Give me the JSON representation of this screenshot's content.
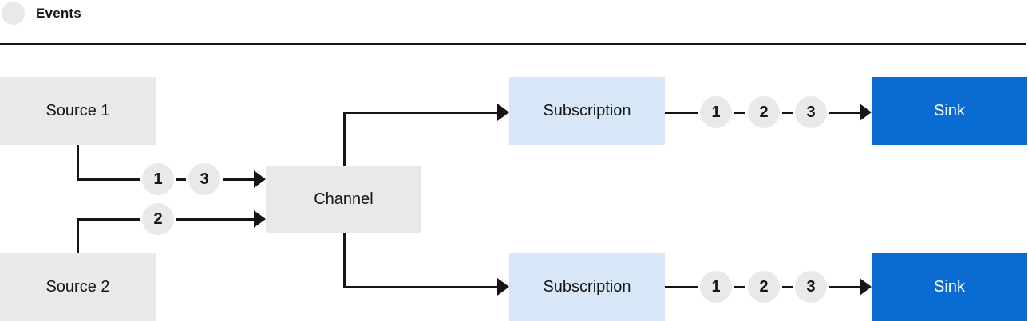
{
  "legend": {
    "label": "Events"
  },
  "nodes": {
    "source1": {
      "label": "Source 1"
    },
    "source2": {
      "label": "Source 2"
    },
    "channel": {
      "label": "Channel"
    },
    "subscription1": {
      "label": "Subscription"
    },
    "subscription2": {
      "label": "Subscription"
    },
    "sink1": {
      "label": "Sink"
    },
    "sink2": {
      "label": "Sink"
    }
  },
  "event_markers": {
    "source1_to_channel": [
      "1",
      "3"
    ],
    "source2_to_channel": [
      "2"
    ],
    "subscription1_to_sink": [
      "1",
      "2",
      "3"
    ],
    "subscription2_to_sink": [
      "1",
      "2",
      "3"
    ]
  },
  "colors": {
    "node_gray": "#e9e9e9",
    "subscription_light_blue": "#d8e7f8",
    "sink_blue": "#0a6cd0",
    "line_dark": "#151515",
    "text_dark": "#151515",
    "sink_text": "#ffffff"
  }
}
